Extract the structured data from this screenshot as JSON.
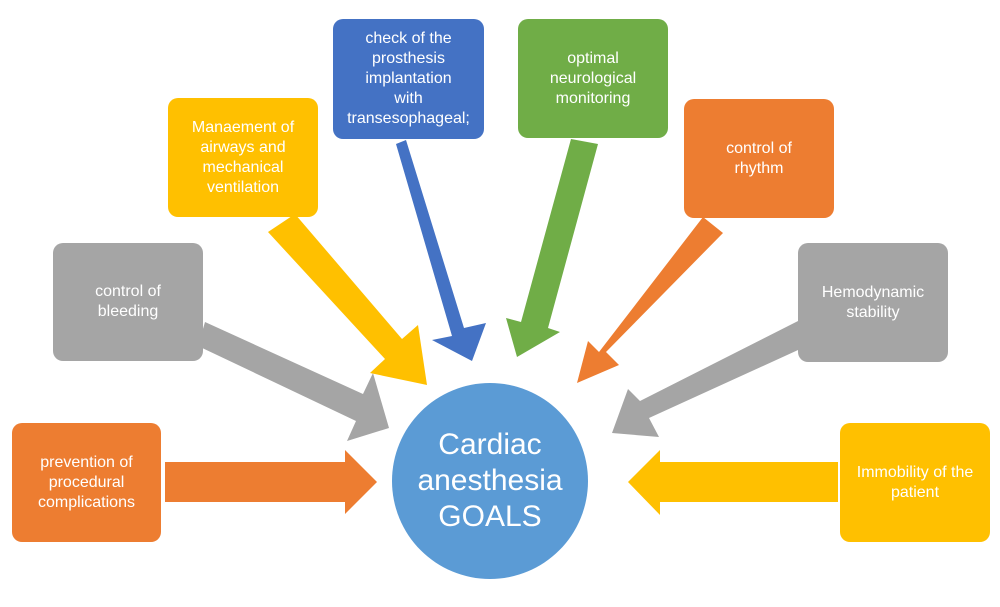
{
  "center": {
    "title": "Cardiac\nanesthesia\nGOALS"
  },
  "goals": [
    {
      "id": "prevention",
      "label": "prevention of\nprocedural\ncomplications",
      "color": "#ed7d31"
    },
    {
      "id": "bleeding",
      "label": "control of\nbleeding",
      "color": "#a5a5a5"
    },
    {
      "id": "airways",
      "label": "Manaement of\nairways and\nmechanical\nventilation",
      "color": "#ffc000"
    },
    {
      "id": "prosthesis",
      "label": "check of the\nprosthesis\nimplantation\nwith\ntransesophageal;",
      "color": "#4472c4"
    },
    {
      "id": "neuro",
      "label": "optimal\nneurological\nmonitoring",
      "color": "#70ad47"
    },
    {
      "id": "rhythm",
      "label": "control of\nrhythm",
      "color": "#ed7d31"
    },
    {
      "id": "hemodynamic",
      "label": "Hemodynamic\nstability",
      "color": "#a5a5a5"
    },
    {
      "id": "immobility",
      "label": "Immobility of the\npatient",
      "color": "#ffc000"
    }
  ]
}
